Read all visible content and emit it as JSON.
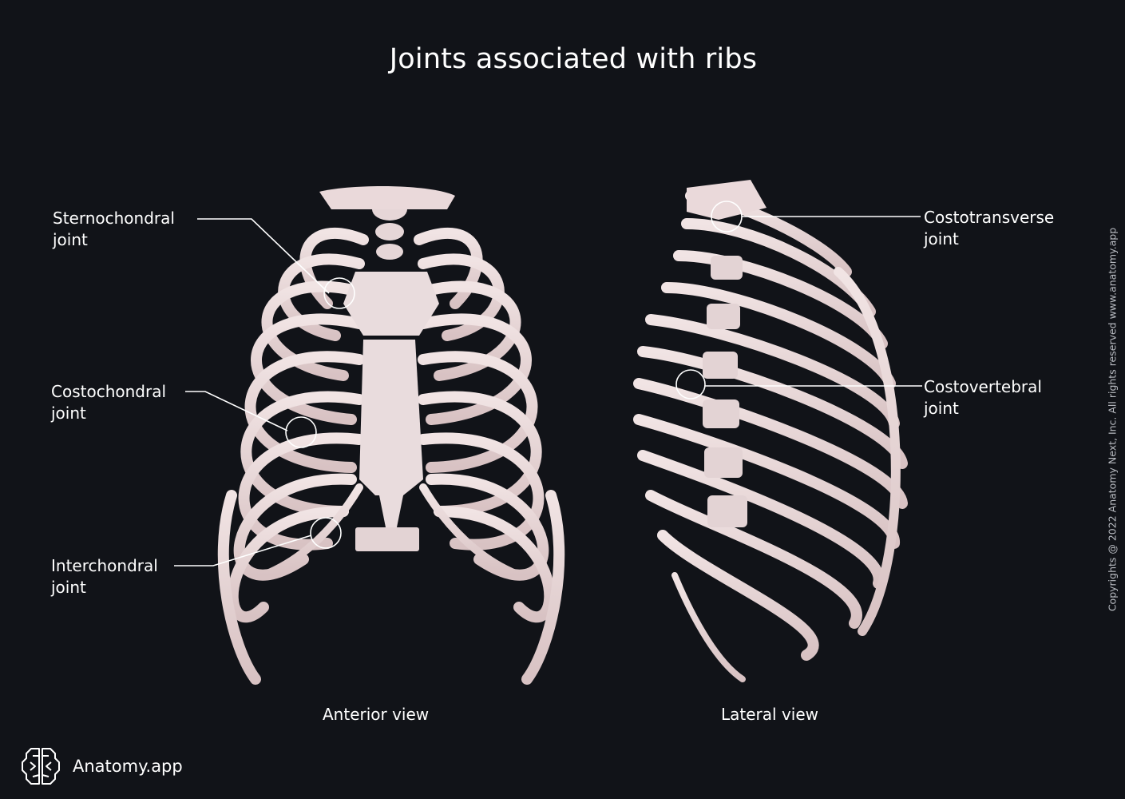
{
  "title": "Joints associated with ribs",
  "views": {
    "anterior": "Anterior view",
    "lateral": "Lateral view"
  },
  "labels": {
    "sternochondral": {
      "line1": "Sternochondral",
      "line2": "joint"
    },
    "costochondral": {
      "line1": "Costochondral",
      "line2": "joint"
    },
    "interchondral": {
      "line1": "Interchondral",
      "line2": "joint"
    },
    "costotransverse": {
      "line1": "Costotransverse",
      "line2": "joint"
    },
    "costovertebral": {
      "line1": "Costovertebral",
      "line2": "joint"
    }
  },
  "copyright": "Copyrights @ 2022 Anatomy Next, Inc. All rights reserved www.anatomy.app",
  "brand": {
    "name": "Anatomy.app",
    "icon": "brain-icon"
  },
  "colors": {
    "background": "#111318",
    "bone": "#ead9da",
    "bone_shadow": "#c9b3b5",
    "cartilage": "#dfe6ea",
    "leader": "#ffffff"
  }
}
